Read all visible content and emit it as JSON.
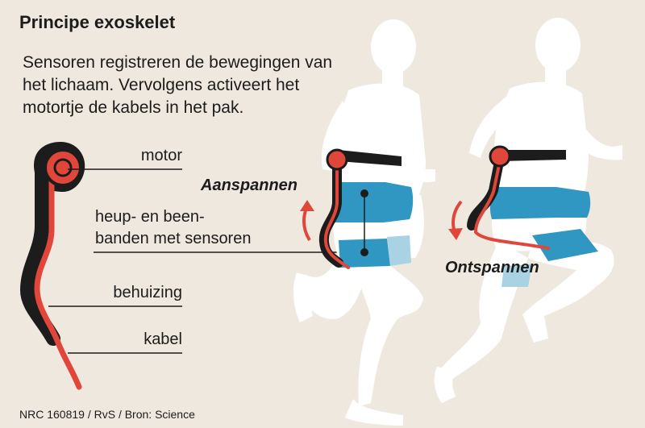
{
  "title": "Principe exoskelet",
  "intro": "Sensoren registreren de bewegingen van het lichaam. Vervolgens activeert het motortje de kabels in het pak.",
  "labels": {
    "motor": "motor",
    "bands_line1": "heup- en been-",
    "bands_line2": "banden met sensoren",
    "housing": "behuizing",
    "cable": "kabel"
  },
  "actions": {
    "tighten": "Aanspannen",
    "release": "Ontspannen"
  },
  "source": "NRC 160819 / RvS / Bron: Science",
  "colors": {
    "background": "#efe8df",
    "figure": "#ffffff",
    "band": "#2f97c1",
    "band_light": "#a9d3e3",
    "cable": "#e0463a",
    "housing": "#1c1c1c"
  }
}
